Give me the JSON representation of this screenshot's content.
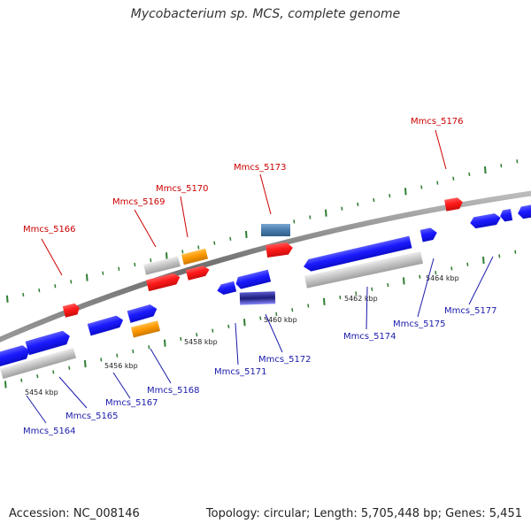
{
  "title": "Mycobacterium sp. MCS, complete genome",
  "footer": {
    "accession": "Accession: NC_008146",
    "topology": "Topology: circular; Length: 5,705,448 bp; Genes: 5,451"
  },
  "colors": {
    "axis": "#8a8a8a",
    "tick": "#2e7d32",
    "blue_gene": "#1a1aff",
    "red_gene": "#ff1a1a",
    "orange_gene": "#ff9900",
    "grey_gene": "#c8c8c8",
    "steel_gene": "#4a7fb0",
    "navy_gene": "#1c1c7a",
    "label_blue": "#1a1aaa",
    "label_red": "#cc0000"
  },
  "scale_labels": [
    "5454 kbp",
    "5456 kbp",
    "5458 kbp",
    "5460 kbp",
    "5462 kbp",
    "5464 kbp"
  ],
  "gene_labels_top": [
    "Mmcs_5166",
    "Mmcs_5169",
    "Mmcs_5170",
    "Mmcs_5173",
    "Mmcs_5176"
  ],
  "gene_labels_bottom": [
    "Mmcs_5164",
    "Mmcs_5165",
    "Mmcs_5167",
    "Mmcs_5168",
    "Mmcs_5171",
    "Mmcs_5172",
    "Mmcs_5174",
    "Mmcs_5175",
    "Mmcs_5177"
  ]
}
